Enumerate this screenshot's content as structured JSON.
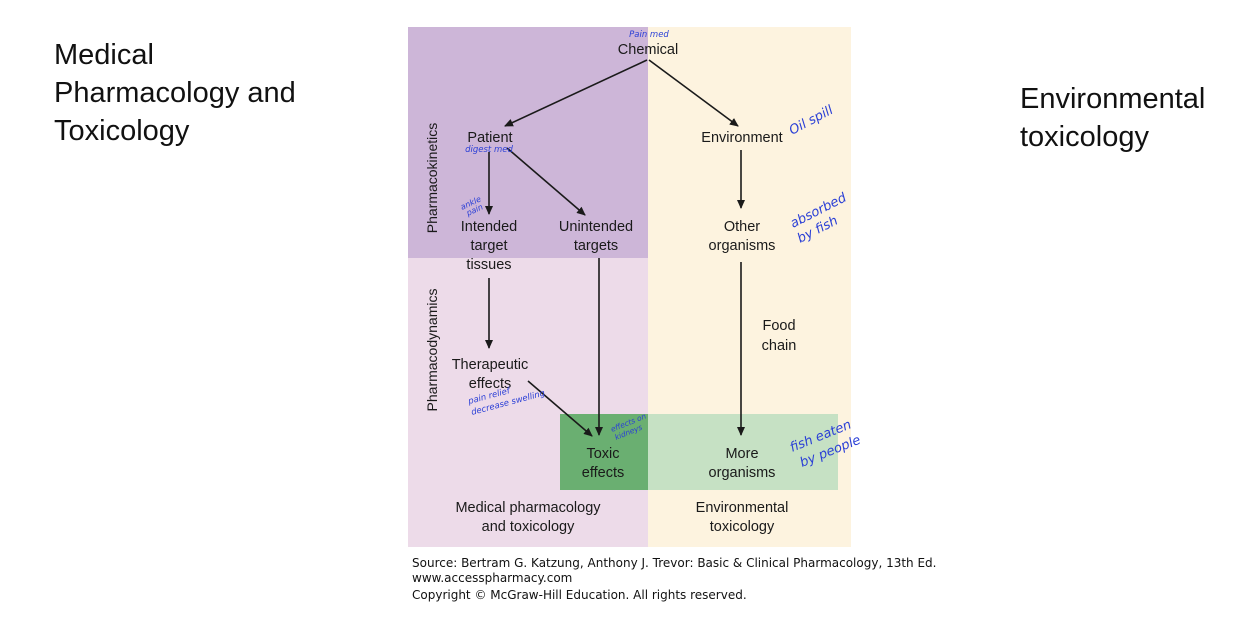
{
  "titles": {
    "left_line1": "Medical",
    "left_line2": "Pharmacology and",
    "left_line3": "Toxicology",
    "right_line1": "Environmental",
    "right_line2": "toxicology"
  },
  "diagram": {
    "chemical": "Chemical",
    "patient": "Patient",
    "environment": "Environment",
    "intended_line1": "Intended",
    "intended_line2": "target",
    "intended_line3": "tissues",
    "unintended_line1": "Unintended",
    "unintended_line2": "targets",
    "other_line1": "Other",
    "other_line2": "organisms",
    "food_line1": "Food",
    "food_line2": "chain",
    "therapeutic_line1": "Therapeutic",
    "therapeutic_line2": "effects",
    "toxic_line1": "Toxic",
    "toxic_line2": "effects",
    "more_line1": "More",
    "more_line2": "organisms",
    "pharmacokinetics": "Pharmacokinetics",
    "pharmacodynamics": "Pharmacodynamics",
    "med_footer_line1": "Medical pharmacology",
    "med_footer_line2": "and toxicology",
    "env_footer_line1": "Environmental",
    "env_footer_line2": "toxicology"
  },
  "annotations": {
    "pain_med": "Pain med",
    "digest_med": "digest med",
    "ankle_line1": "ankle",
    "ankle_line2": "pain",
    "pain_relief": "pain relief",
    "decrease_swelling": "decrease swelling",
    "effects_on_line1": "effects on",
    "effects_on_line2": "kidneys",
    "oil_spill": "Oil spill",
    "absorbed_line1": "absorbed",
    "absorbed_line2": "by fish",
    "fish_eaten_line1": "fish eaten",
    "fish_eaten_line2": "by people"
  },
  "source": {
    "line1": "Source: Bertram G. Katzung, Anthony J. Trevor: Basic & Clinical Pharmacology, 13th Ed.",
    "line2": "www.accesspharmacy.com",
    "line3": "Copyright © McGraw-Hill Education. All rights reserved."
  },
  "colors": {
    "pharmacokinetics_bg": "#cdb6d8",
    "pharmacodynamics_bg": "#eddbe9",
    "environmental_bg": "#fdf3df",
    "green_band": "#c6e1c4",
    "toxic_box": "#6aaf71",
    "annotation_ink": "#2a3fd6"
  }
}
